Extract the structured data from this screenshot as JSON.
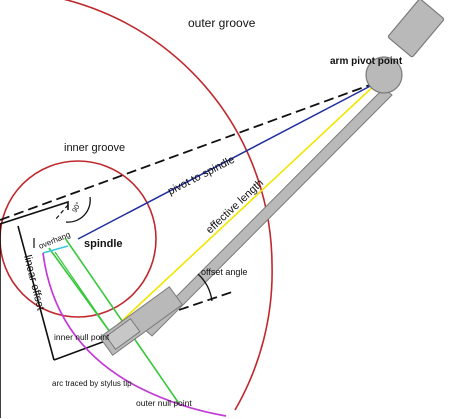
{
  "labels": {
    "outer_groove": "outer groove",
    "inner_groove": "inner groove",
    "arm_pivot_point": "arm pivot point",
    "pivot_to_spindle": "pivot to spindle",
    "effective_length": "effective length",
    "spindle": "spindle",
    "overhang": "overhang",
    "linear_offset": "linear offset",
    "offset_angle": "offset angle",
    "inner_null_point": "inner null point",
    "arc_traced": "arc traced by stylus tip",
    "outer_null_point": "outer null point",
    "right_angle_marker": "90°"
  },
  "colors": {
    "groove_circle": "#c0282d",
    "pivot_to_spindle_line": "#1f2f9e",
    "effective_length_line": "#f2e600",
    "green_line": "#35c83a",
    "arc_line": "#c23bd6",
    "dashed_line": "#111111",
    "arm_fill": "#b9b9b9",
    "arm_stroke": "#7a7a7a",
    "cyan_line": "#37c8dd"
  },
  "icons": {
    "arm_pivot": "tonearm-pivot-icon",
    "headshell": "headshell-icon"
  }
}
